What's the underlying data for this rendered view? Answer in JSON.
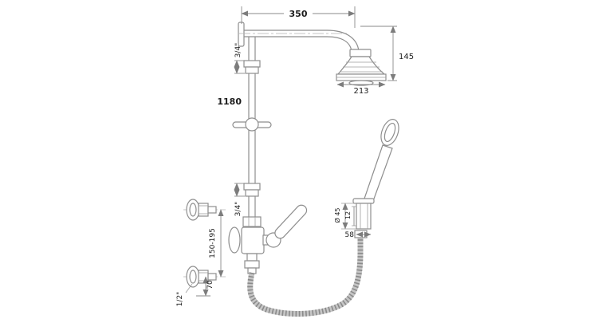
{
  "drawing": {
    "dimensions": {
      "top_width": "350",
      "drop_height": "145",
      "head_diameter": "213",
      "riser_height": "1180",
      "top_connection": "3/4\"",
      "bottom_connection": "3/4\"",
      "inlet_spacing": "150-195",
      "inlet_drop": "70",
      "inlet_size": "1/2\"",
      "holder_diameter": "Ø 45",
      "holder_depth": "12",
      "holder_width": "58"
    },
    "colors": {
      "line": "#8e8e8e",
      "dimension_line": "#8a8a8a",
      "text": "#1c1c1c",
      "background": "#ffffff"
    }
  }
}
